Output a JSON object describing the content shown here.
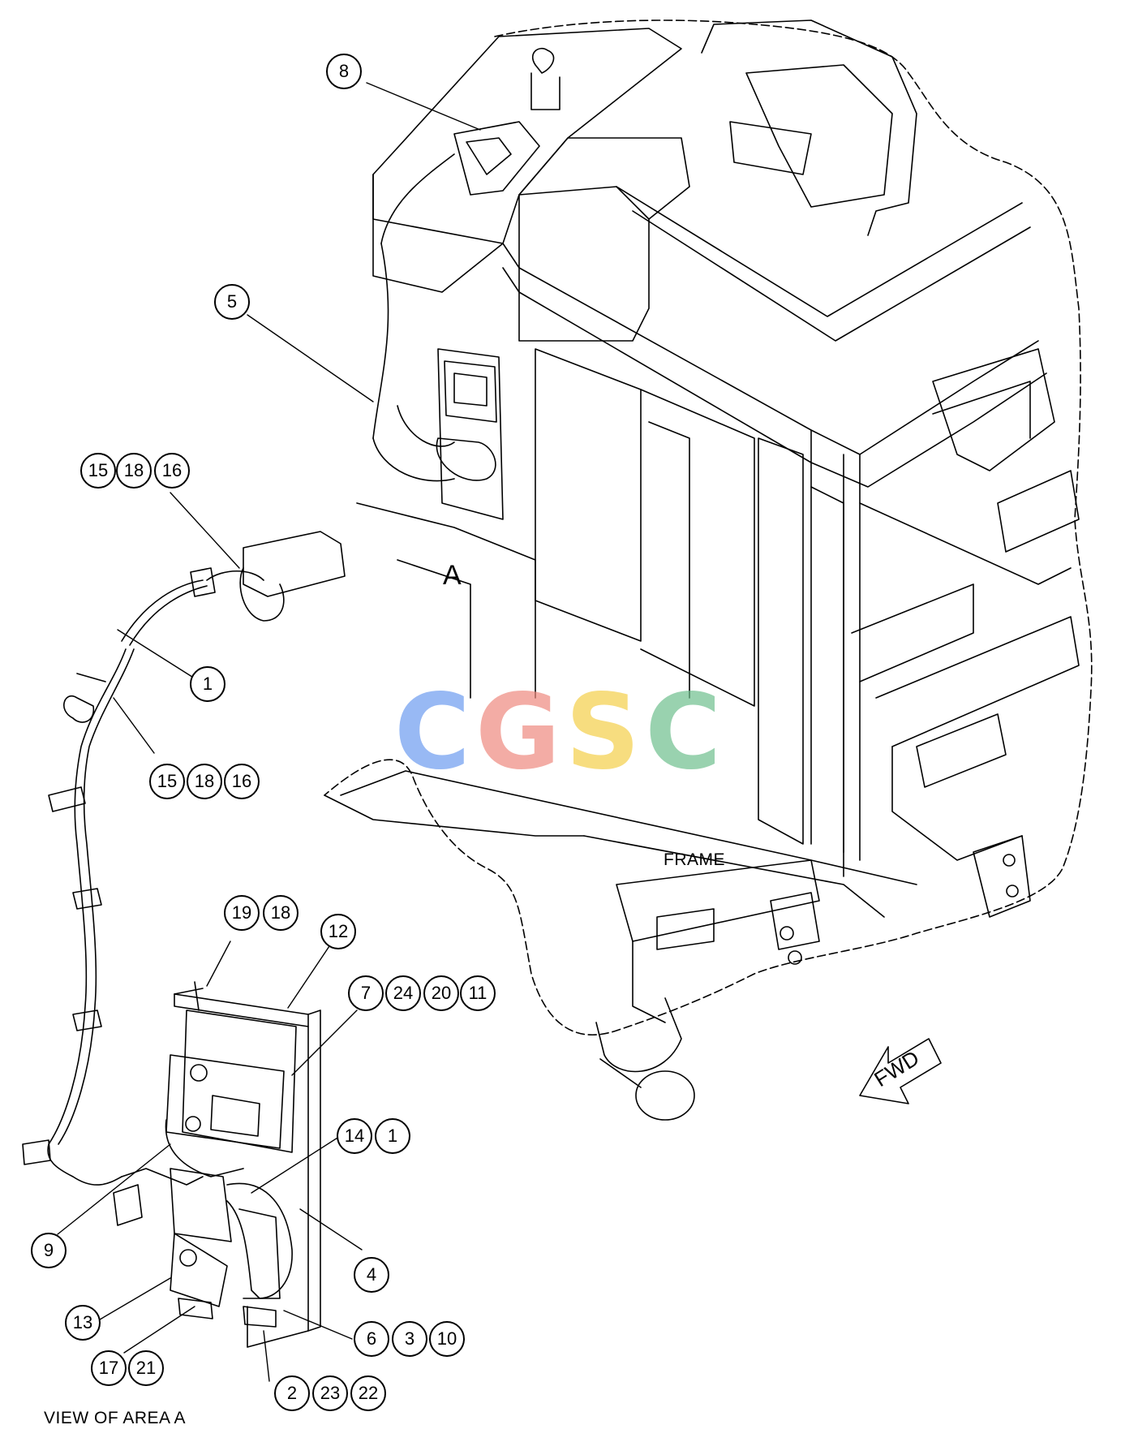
{
  "labels": {
    "frame": "FRAME",
    "area": "A",
    "view": "VIEW OF AREA A",
    "fwd": "FWD"
  },
  "watermark": {
    "letters": [
      "C",
      "G",
      "S",
      "C"
    ],
    "colors": [
      "#6d9cf0",
      "#ee8a7f",
      "#f4cf4a",
      "#6fbf8e"
    ]
  },
  "callouts": [
    {
      "id": "8",
      "label": "8"
    },
    {
      "id": "5",
      "label": "5"
    },
    {
      "id": "15a",
      "label": "15"
    },
    {
      "id": "18a",
      "label": "18"
    },
    {
      "id": "16a",
      "label": "16"
    },
    {
      "id": "1a",
      "label": "1"
    },
    {
      "id": "15b",
      "label": "15"
    },
    {
      "id": "18b",
      "label": "18"
    },
    {
      "id": "16b",
      "label": "16"
    },
    {
      "id": "19",
      "label": "19"
    },
    {
      "id": "18c",
      "label": "18"
    },
    {
      "id": "12",
      "label": "12"
    },
    {
      "id": "7",
      "label": "7"
    },
    {
      "id": "24",
      "label": "24"
    },
    {
      "id": "20",
      "label": "20"
    },
    {
      "id": "11",
      "label": "11"
    },
    {
      "id": "14",
      "label": "14"
    },
    {
      "id": "1b",
      "label": "1"
    },
    {
      "id": "9",
      "label": "9"
    },
    {
      "id": "4",
      "label": "4"
    },
    {
      "id": "13",
      "label": "13"
    },
    {
      "id": "6",
      "label": "6"
    },
    {
      "id": "3",
      "label": "3"
    },
    {
      "id": "10",
      "label": "10"
    },
    {
      "id": "17",
      "label": "17"
    },
    {
      "id": "21",
      "label": "21"
    },
    {
      "id": "2",
      "label": "2"
    },
    {
      "id": "23",
      "label": "23"
    },
    {
      "id": "22",
      "label": "22"
    }
  ]
}
